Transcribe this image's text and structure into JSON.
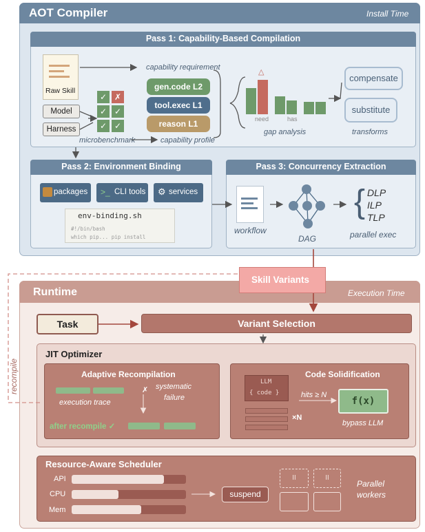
{
  "aot": {
    "title": "AOT Compiler",
    "subtitle": "Install Time",
    "pass1": {
      "title": "Pass 1: Capability-Based Compilation",
      "raw_skill": "Raw Skill",
      "model": "Model",
      "harness": "Harness",
      "capability_requirement": "capability requirement",
      "microbenchmark": "microbenchmark",
      "capability_profile": "capability profile",
      "caps": [
        "gen.code L2",
        "tool.exec L1",
        "reason L1"
      ],
      "need": "need",
      "has": "has",
      "gap_analysis": "gap analysis",
      "compensate": "compensate",
      "substitute": "substitute",
      "transforms": "transforms",
      "check": "✓",
      "cross": "✗"
    },
    "pass2": {
      "title": "Pass 2: Environment Binding",
      "packages": "packages",
      "cli_prefix": ">_",
      "cli_tools": "CLI tools",
      "services": "services",
      "filename": "env-binding.sh",
      "code_line1": "#!/bin/bash",
      "code_line2": "which pip... pip install"
    },
    "pass3": {
      "title": "Pass 3: Concurrency Extraction",
      "workflow": "workflow",
      "dag": "DAG",
      "dlp": "DLP",
      "ilp": "ILP",
      "tlp": "TLP",
      "parallel_exec": "parallel exec"
    }
  },
  "skill_variants": "Skill Variants",
  "recompile": "recompile",
  "runtime": {
    "title": "Runtime",
    "subtitle": "Execution Time",
    "task": "Task",
    "variant_selection": "Variant Selection",
    "jit": {
      "title": "JIT Optimizer",
      "adaptive": {
        "title": "Adaptive Recompilation",
        "execution_trace": "execution trace",
        "systematic": "systematic",
        "failure": "failure",
        "cross": "✗",
        "after_recompile": "after recompile ✓"
      },
      "solid": {
        "title": "Code Solidification",
        "llm": "LLM",
        "code": "{ code }",
        "hits": "hits ≥ N",
        "times_n": "×N",
        "fx": "f(x)",
        "bypass": "bypass LLM"
      }
    },
    "scheduler": {
      "title": "Resource-Aware Scheduler",
      "resources": [
        {
          "label": "API",
          "level": 0.81
        },
        {
          "label": "CPU",
          "level": 0.41
        },
        {
          "label": "Mem",
          "level": 0.61
        }
      ],
      "suspend": "suspend",
      "pause": "II",
      "parallel": "Parallel",
      "workers": "workers"
    }
  }
}
